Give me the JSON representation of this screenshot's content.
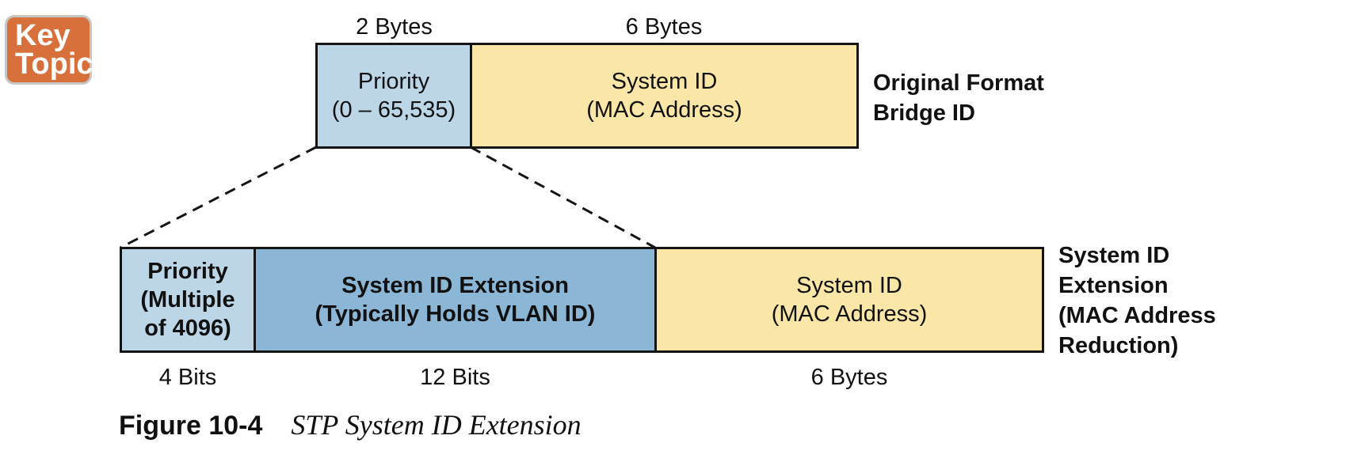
{
  "badge": {
    "line1": "Key",
    "line2": "Topic",
    "color": "#d8703b"
  },
  "top_row": {
    "priority_size": "2 Bytes",
    "system_id_size": "6 Bytes",
    "priority_box": {
      "line1": "Priority",
      "line2": "(0 – 65,535)"
    },
    "system_id_box": {
      "line1": "System ID",
      "line2": "(MAC Address)"
    },
    "title": {
      "line1": "Original Format",
      "line2": "Bridge ID"
    }
  },
  "bottom_row": {
    "priority_box": {
      "line1": "Priority",
      "line2": "(Multiple",
      "line3": "of 4096)"
    },
    "extension_box": {
      "line1": "System ID Extension",
      "line2": "(Typically Holds VLAN ID)"
    },
    "system_id_box": {
      "line1": "System ID",
      "line2": "(MAC Address)"
    },
    "priority_size": "4 Bits",
    "extension_size": "12 Bits",
    "system_id_size": "6 Bytes",
    "title": {
      "line1": "System ID",
      "line2": "Extension",
      "line3": "(MAC Address",
      "line4": "Reduction)"
    }
  },
  "colors": {
    "light_blue": "#bcd6e8",
    "mid_blue": "#8bb6d6",
    "yellow": "#fae6a6"
  },
  "caption": {
    "number": "Figure 10-4",
    "text": "STP System ID Extension"
  }
}
